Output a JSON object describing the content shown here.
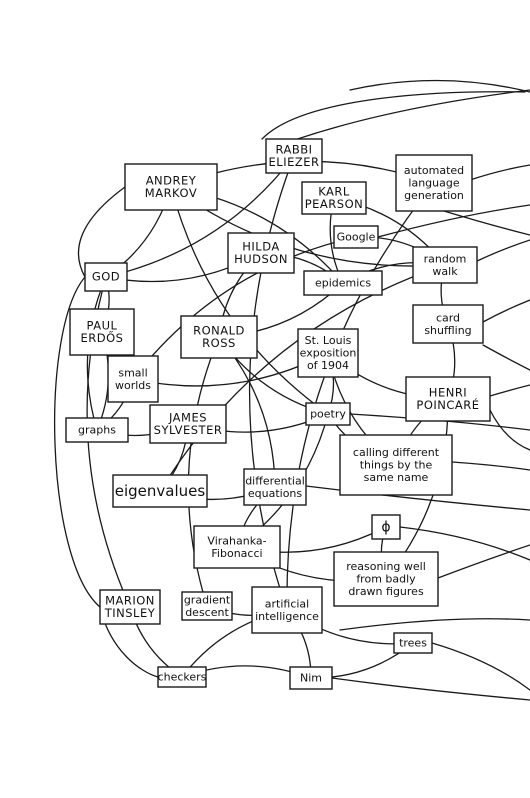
{
  "nodes": [
    {
      "id": "rabbi",
      "lines": [
        "RABBI",
        "ELIEZER"
      ],
      "caps": true
    },
    {
      "id": "markov",
      "lines": [
        "ANDREY",
        "MARKOV"
      ],
      "caps": true
    },
    {
      "id": "pearson",
      "lines": [
        "KARL",
        "PEARSON"
      ],
      "caps": true
    },
    {
      "id": "autolang",
      "lines": [
        "automated",
        "language",
        "generation"
      ]
    },
    {
      "id": "google",
      "lines": [
        "Google"
      ]
    },
    {
      "id": "hudson",
      "lines": [
        "HILDA",
        "HUDSON"
      ],
      "caps": true
    },
    {
      "id": "randomwalk",
      "lines": [
        "random",
        "walk"
      ]
    },
    {
      "id": "god",
      "lines": [
        "GOD"
      ],
      "caps": true
    },
    {
      "id": "epidemics",
      "lines": [
        "epidemics"
      ]
    },
    {
      "id": "erdos",
      "lines": [
        "PAUL",
        "ERDŐS"
      ],
      "caps": true
    },
    {
      "id": "ross",
      "lines": [
        "RONALD",
        "ROSS"
      ],
      "caps": true
    },
    {
      "id": "stlouis",
      "lines": [
        "St. Louis",
        "exposition",
        "of 1904"
      ]
    },
    {
      "id": "card",
      "lines": [
        "card",
        "shuffling"
      ]
    },
    {
      "id": "smallworlds",
      "lines": [
        "small",
        "worlds"
      ]
    },
    {
      "id": "poincare",
      "lines": [
        "HENRI",
        "POINCARÉ"
      ],
      "caps": true
    },
    {
      "id": "graphs",
      "lines": [
        "graphs"
      ]
    },
    {
      "id": "sylvester",
      "lines": [
        "JAMES",
        "SYLVESTER"
      ],
      "caps": true
    },
    {
      "id": "poetry",
      "lines": [
        "poetry"
      ]
    },
    {
      "id": "calling",
      "lines": [
        "calling different",
        "things by the",
        "same name"
      ]
    },
    {
      "id": "eigen",
      "lines": [
        "eigenvalues"
      ],
      "big": true
    },
    {
      "id": "diffeq",
      "lines": [
        "differential",
        "equations"
      ]
    },
    {
      "id": "phi",
      "lines": [
        "ϕ"
      ],
      "phi": true
    },
    {
      "id": "virahanka",
      "lines": [
        "Virahanka-",
        "Fibonacci"
      ]
    },
    {
      "id": "reasoning",
      "lines": [
        "reasoning well",
        "from badly",
        "drawn figures"
      ]
    },
    {
      "id": "tinsley",
      "lines": [
        "MARION",
        "TINSLEY"
      ],
      "caps": true
    },
    {
      "id": "gradient",
      "lines": [
        "gradient",
        "descent"
      ]
    },
    {
      "id": "ai",
      "lines": [
        "artificial",
        "intelligence"
      ]
    },
    {
      "id": "trees",
      "lines": [
        "trees"
      ]
    },
    {
      "id": "checkers",
      "lines": [
        "checkers"
      ]
    },
    {
      "id": "nim",
      "lines": [
        "Nim"
      ]
    }
  ]
}
